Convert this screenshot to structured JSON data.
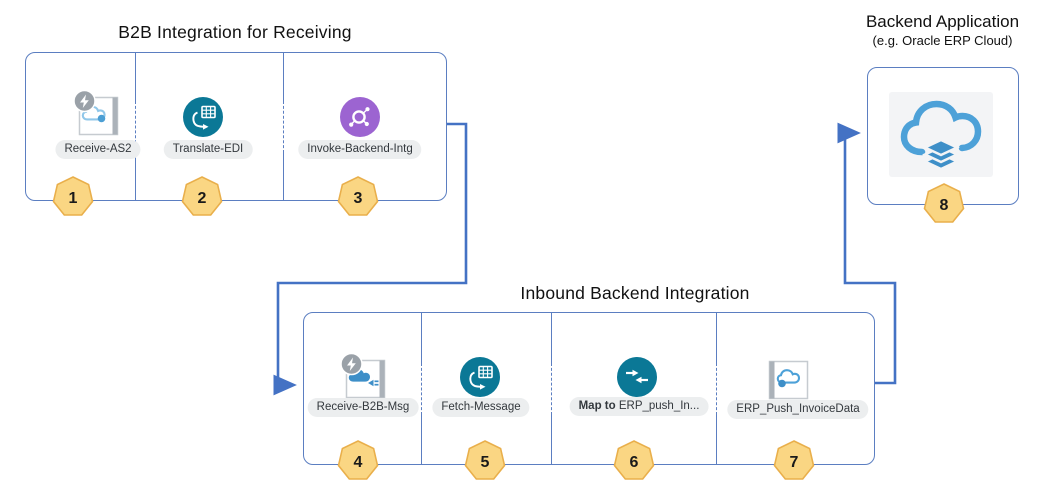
{
  "diagram": {
    "b2b": {
      "title": "B2B Integration for Receiving",
      "steps": [
        {
          "number": "1",
          "label": "Receive-AS2",
          "icon": "as2-trigger"
        },
        {
          "number": "2",
          "label": "Translate-EDI",
          "icon": "translate-edi"
        },
        {
          "number": "3",
          "label": "Invoke-Backend-Intg",
          "icon": "invoke-integration"
        }
      ]
    },
    "inbound": {
      "title": "Inbound Backend Integration",
      "steps": [
        {
          "number": "4",
          "label": "Receive-B2B-Msg",
          "icon": "b2b-message-trigger"
        },
        {
          "number": "5",
          "label": "Fetch-Message",
          "icon": "fetch-message"
        },
        {
          "number": "6",
          "label_bold": "Map to ",
          "label": "ERP_push_In...",
          "icon": "map-action"
        },
        {
          "number": "7",
          "label": "ERP_Push_InvoiceData",
          "icon": "erp-invoke"
        }
      ]
    },
    "backend": {
      "title": "Backend Application",
      "subtitle": "(e.g. Oracle ERP Cloud)",
      "step": {
        "number": "8",
        "icon": "erp-cloud"
      }
    },
    "colors": {
      "connector_blue": "#4472C4",
      "box_border_blue": "#5B7EC1",
      "teal_circle": "#0B7896",
      "purple_circle": "#9C64D1",
      "badge_fill": "#FAD683",
      "badge_border": "#E9AF4B",
      "flow_line_gray": "#8E979E",
      "cloud_blue": "#3E8FC8",
      "cloud_light_blue": "#90C7E9"
    }
  }
}
